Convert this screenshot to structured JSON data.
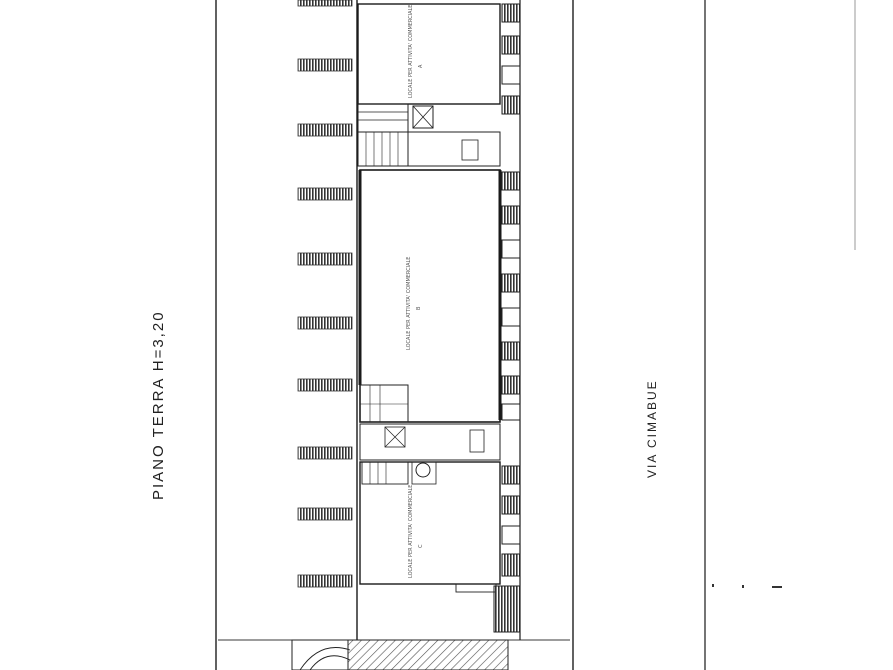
{
  "plan": {
    "floor_label": "PIANO TERRA  H=3,20",
    "street_label": "VIA  CIMABUE",
    "units": [
      {
        "label": "LOCALE PER ATTIVITA' COMMERCIALE",
        "number": "A"
      },
      {
        "label": "LOCALE PER ATTIVITA' COMMERCIALE",
        "number": "B"
      },
      {
        "label": "LOCALE PER ATTIVITA' COMMERCIALE",
        "number": "C"
      }
    ]
  },
  "colors": {
    "ink": "#1a1a1a",
    "hatch": "#555555",
    "paper": "#ffffff"
  }
}
